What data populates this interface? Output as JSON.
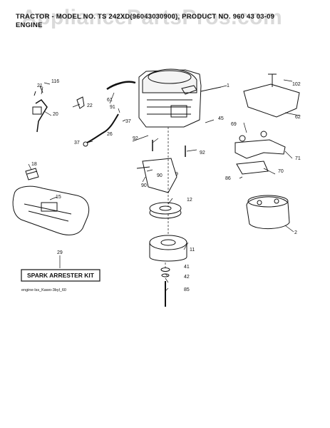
{
  "header": {
    "line1": "TRACTOR - MODEL NO. TS 242XD(96043030900), PRODUCT NO. 960 43 03-09",
    "line2": "ENGINE"
  },
  "watermark": "AppliancePartsPros.com",
  "parts": {
    "p1": "1",
    "p2": "2",
    "p9": "9",
    "p11": "11",
    "p12": "12",
    "p15": "15",
    "p18": "18",
    "p20": "20",
    "p21": "21",
    "p22": "22",
    "p26": "26",
    "p29": "29",
    "p37a": "37",
    "p37b": "37",
    "p41": "41",
    "p42": "42",
    "p45": "45",
    "p61": "61",
    "p62": "62",
    "p69": "69",
    "p70": "70",
    "p71": "71",
    "p85": "85",
    "p86": "86",
    "p90a": "90",
    "p90b": "90",
    "p91": "91",
    "p92a": "92",
    "p92b": "92",
    "p102": "102",
    "p116": "116"
  },
  "kit_label": "SPARK ARRESTER KIT",
  "footer_code": "engine-lss_Kawo-3byl_60"
}
